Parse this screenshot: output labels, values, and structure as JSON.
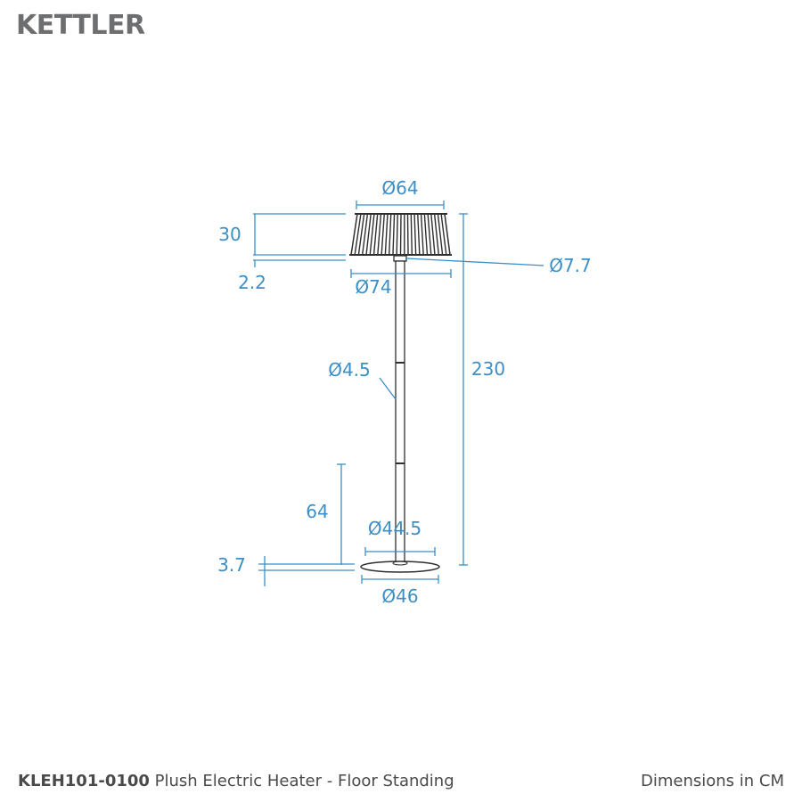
{
  "brand": {
    "logo_text": "KETTLER",
    "logo_color": "#6d6e70"
  },
  "colors": {
    "dimension": "#3b8fc6",
    "product": "#2f2f2f",
    "text": "#4a4a4a"
  },
  "dimensions": {
    "shade_top_diameter": "Ø64",
    "shade_height": "30",
    "shade_bottom_offset": "2.2",
    "shade_bottom_diameter": "Ø74",
    "collar_diameter": "Ø7.7",
    "pole_diameter": "Ø4.5",
    "total_height": "230",
    "lower_height": "64",
    "base_height": "3.7",
    "base_top_diameter": "Ø44.5",
    "base_bottom_diameter": "Ø46"
  },
  "footer": {
    "product_code": "KLEH101-0100",
    "product_name": "Plush Electric Heater - Floor Standing",
    "units_note": "Dimensions in CM"
  }
}
